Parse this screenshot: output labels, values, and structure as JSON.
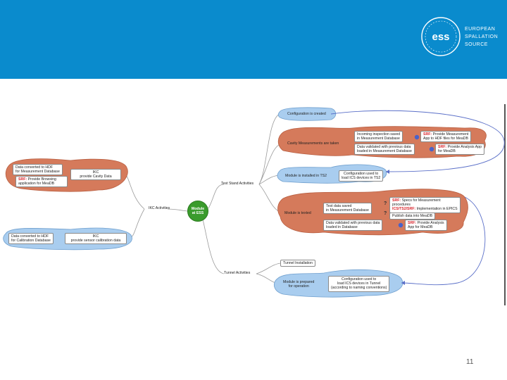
{
  "header": {
    "org_lines": [
      "EUROPEAN",
      "SPALLATION",
      "SOURCE"
    ],
    "logo_mark": "ess",
    "bg_color": "#0a8bcd"
  },
  "colors": {
    "blob_orange": "#d57a5b",
    "blob_blue": "#a9cdef",
    "hub_green": "#3a9b2c",
    "srf_red": "#d8242b",
    "arrow_blue": "#5a6fc8"
  },
  "mindmap": {
    "center": [
      "Module",
      "at ESS"
    ],
    "branches": {
      "ikc": "IKC Activities",
      "test_stand": "Test Stand Activities",
      "tunnel": "Tunnel Activities"
    },
    "ikc_cavity": {
      "data_converted": [
        "Data converted to HDF",
        "for Measurement Database"
      ],
      "srf_tag": "SRF:",
      "srf_text": [
        "Provide Browsing",
        "application for MeaDB"
      ],
      "provider": [
        "IKC",
        "provide Cavity Data"
      ]
    },
    "ikc_calibration": {
      "data_converted": [
        "Data converted to HDF",
        "for Calibration Database"
      ],
      "provider": [
        "IKC",
        "provide sensor calibration data"
      ]
    },
    "test_stand": {
      "config_created": "Configuration is created",
      "cavity_measurements": "Cavity Measurements are taken",
      "incoming_saved": [
        "Incoming inspection saved",
        "in Measurement Database"
      ],
      "srf1_tag": "SRF:",
      "srf1_text": [
        "Provide Measurement",
        "App to HDF files for MeaDB"
      ],
      "validated1": [
        "Data validated with previous data",
        "loaded in Measurement Database"
      ],
      "srf2_tag": "SRF:",
      "srf2_text": [
        "Provide Analysis App",
        "for MeaDB"
      ],
      "installed": "Module is installed in TS2",
      "config_used": [
        "Configuration used to",
        "load ICS devices in TS2"
      ],
      "tested": "Module is texted",
      "test_saved": [
        "Test data saved",
        "in Measurement Database"
      ],
      "srf3_tag": "SRF:",
      "srf3_text": [
        "Specs for Measurement",
        "procedures"
      ],
      "ics_tag": "ICS/TS2/SRF:",
      "ics_text": "Implementation in EPICS",
      "publish": "Publish data into MeaDB",
      "validated2": [
        "Data validated with previous data",
        "loaded in Database"
      ],
      "srf4_tag": "SRF:",
      "srf4_text": [
        "Provide Analysis",
        "App for MeaDB"
      ]
    },
    "tunnel": {
      "installation": "Tunnel Installation",
      "prepared": [
        "Module is prepared",
        "for operation"
      ],
      "config_used": [
        "Configuration used to",
        "load ICS devices in Tunnel",
        "(according to naming conventions)"
      ]
    }
  },
  "page_number": "11"
}
